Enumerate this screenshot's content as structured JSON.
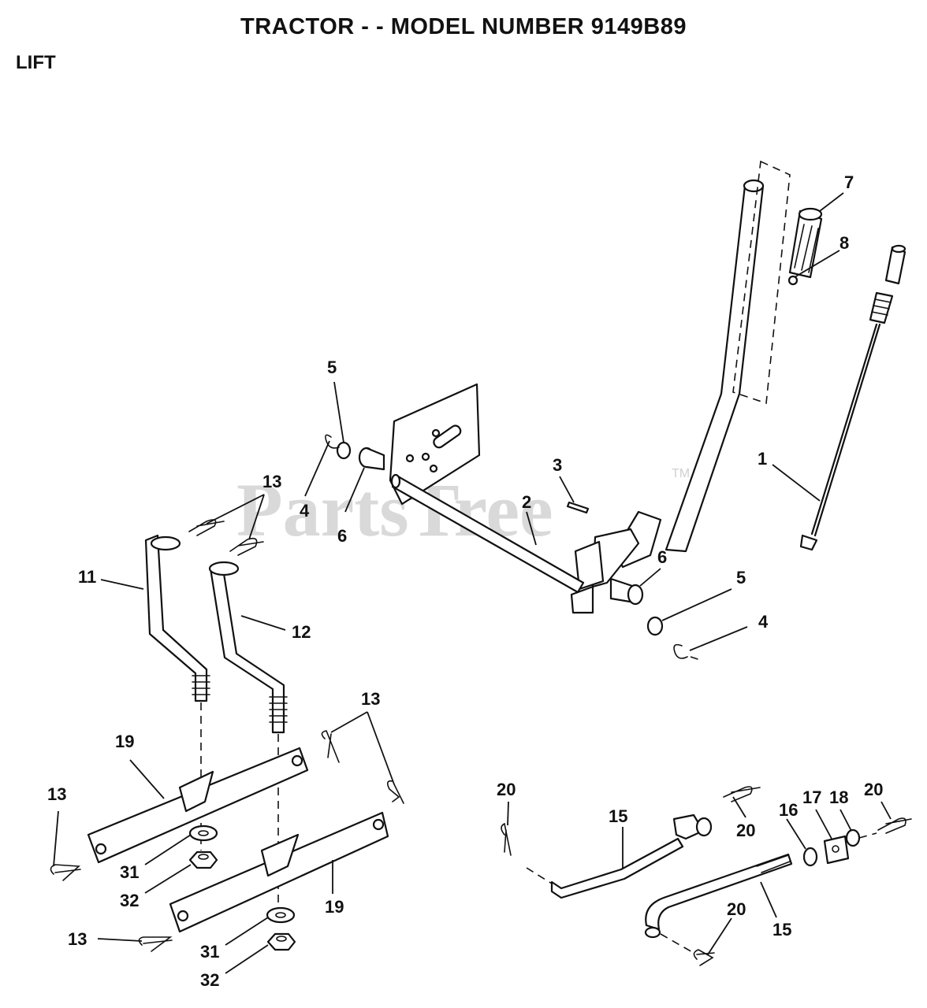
{
  "header": {
    "title": "TRACTOR - - MODEL NUMBER 9149B89",
    "section": "LIFT"
  },
  "watermark": {
    "text": "PartsTree",
    "trademark": "TM"
  },
  "callouts": {
    "c1": "1",
    "c2": "2",
    "c3": "3",
    "c4a": "4",
    "c4b": "4",
    "c5a": "5",
    "c5b": "5",
    "c6a": "6",
    "c6b": "6",
    "c7": "7",
    "c8": "8",
    "c11": "11",
    "c12": "12",
    "c13a": "13",
    "c13b": "13",
    "c13c": "13",
    "c13d": "13",
    "c15a": "15",
    "c15b": "15",
    "c16": "16",
    "c17": "17",
    "c18": "18",
    "c19a": "19",
    "c19b": "19",
    "c20a": "20",
    "c20b": "20",
    "c20c": "20",
    "c20d": "20",
    "c31a": "31",
    "c31b": "31",
    "c32a": "32",
    "c32b": "32"
  }
}
